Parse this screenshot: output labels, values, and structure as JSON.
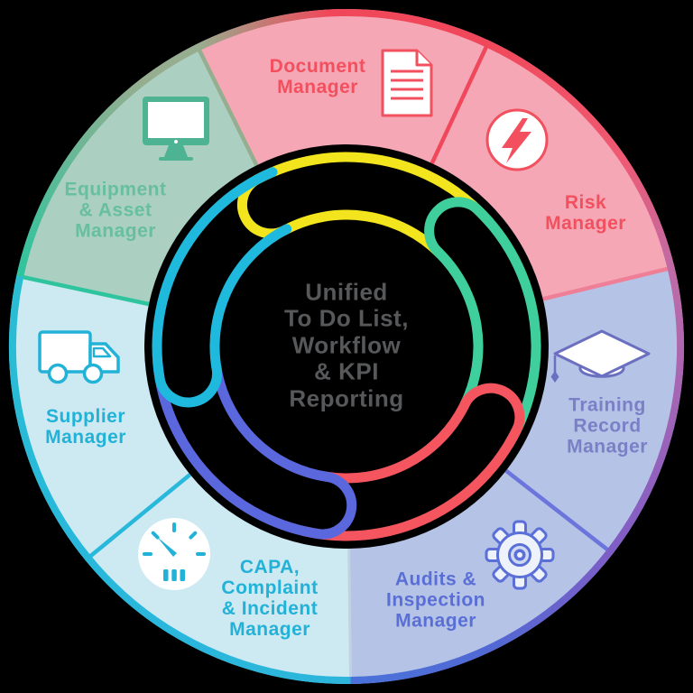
{
  "background_color": "#000000",
  "diagram": {
    "center_label": {
      "text": "Unified\nTo Do List,\nWorkflow\n& KPI\nReporting",
      "color": "#57585a"
    },
    "segments": [
      {
        "id": "document-manager",
        "label": "Document\nManager",
        "icon": "document-icon",
        "fill": "#f5a7b6",
        "text_color": "#f2505e",
        "border_color": "#f0485a"
      },
      {
        "id": "risk-manager",
        "label": "Risk\nManager",
        "icon": "lightning-icon",
        "fill": "#f5a7b6",
        "text_color": "#f2505e",
        "border_color": "#f0485a"
      },
      {
        "id": "training-record-manager",
        "label": "Training\nRecord\nManager",
        "icon": "graduation-cap-icon",
        "fill": "#b5c3e6",
        "text_color": "#7b7fc6",
        "border_color": "#8a5cc0"
      },
      {
        "id": "audits-inspection-manager",
        "label": "Audits &\nInspection\nManager",
        "icon": "gear-icon",
        "fill": "#b5c3e6",
        "text_color": "#5a6fd6",
        "border_color": "#4a72da"
      },
      {
        "id": "capa-complaint-incident-manager",
        "label": "CAPA,\nComplaint\n& Incident\nManager",
        "icon": "gauge-icon",
        "fill": "#cde9f2",
        "text_color": "#22b2d8",
        "border_color": "#28b8dc"
      },
      {
        "id": "supplier-manager",
        "label": "Supplier\nManager",
        "icon": "truck-icon",
        "fill": "#cde9f2",
        "text_color": "#22b2d8",
        "border_color": "#28b8dc"
      },
      {
        "id": "equipment-asset-manager",
        "label": "Equipment\n& Asset\nManager",
        "icon": "monitor-icon",
        "fill": "#abcfc0",
        "text_color": "#67bfa0",
        "border_color": "#2ec49e"
      }
    ],
    "cycle_arrows": [
      {
        "name": "yellow-cycle-arrow",
        "color": "#f2e51d"
      },
      {
        "name": "teal-cycle-arrow",
        "color": "#3ecf9c"
      },
      {
        "name": "red-cycle-arrow",
        "color": "#f5555e"
      },
      {
        "name": "blue-cycle-arrow",
        "color": "#5a67dd"
      },
      {
        "name": "cyan-cycle-arrow",
        "color": "#1fb9dd"
      }
    ]
  }
}
